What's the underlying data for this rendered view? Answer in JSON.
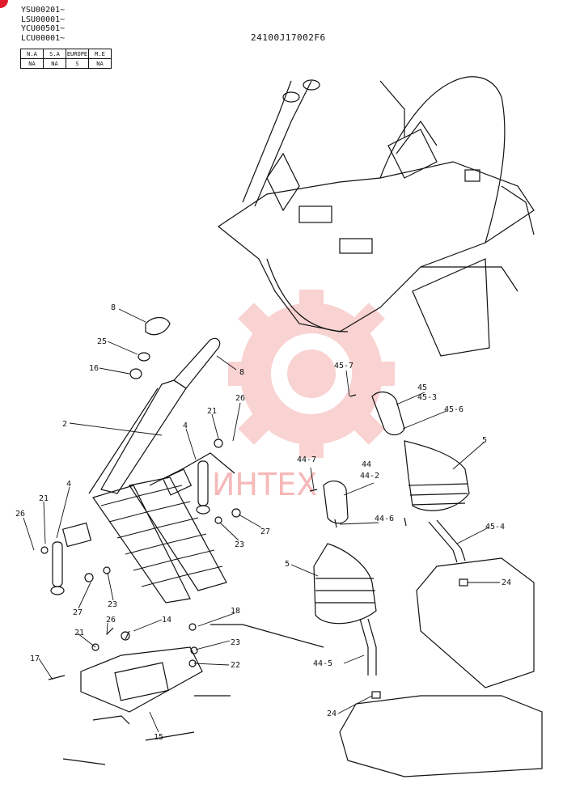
{
  "header": {
    "serials": [
      "YSU00201~",
      "LSU00001~",
      "YCU00501~",
      "LCU00001~"
    ],
    "doc_id": "24100J17002F6"
  },
  "applicability": {
    "columns": [
      "N.A",
      "S.A",
      "EUROPE",
      "M.E"
    ],
    "values": [
      "NA",
      "NA",
      "S",
      "NA"
    ]
  },
  "watermark": {
    "text": "ИНТЕХ",
    "color": "#f08080"
  },
  "callouts": [
    {
      "id": "c8a",
      "text": "8"
    },
    {
      "id": "c25",
      "text": "25"
    },
    {
      "id": "c16",
      "text": "16"
    },
    {
      "id": "c8b",
      "text": "8"
    },
    {
      "id": "c2",
      "text": "2"
    },
    {
      "id": "c4a",
      "text": "4"
    },
    {
      "id": "c21a",
      "text": "21"
    },
    {
      "id": "c26a",
      "text": "26"
    },
    {
      "id": "c21b",
      "text": "21"
    },
    {
      "id": "c4b",
      "text": "4"
    },
    {
      "id": "c26b",
      "text": "26"
    },
    {
      "id": "c27a",
      "text": "27"
    },
    {
      "id": "c23a",
      "text": "23"
    },
    {
      "id": "c27b",
      "text": "27"
    },
    {
      "id": "c23b",
      "text": "23"
    },
    {
      "id": "c18",
      "text": "18"
    },
    {
      "id": "c14",
      "text": "14"
    },
    {
      "id": "c26c",
      "text": "26"
    },
    {
      "id": "c21c",
      "text": "21"
    },
    {
      "id": "c23c",
      "text": "23"
    },
    {
      "id": "c22",
      "text": "22"
    },
    {
      "id": "c17",
      "text": "17"
    },
    {
      "id": "c15",
      "text": "15"
    },
    {
      "id": "c45_7",
      "text": "45-7"
    },
    {
      "id": "c45",
      "text": "45"
    },
    {
      "id": "c45_3",
      "text": "45-3"
    },
    {
      "id": "c45_6",
      "text": "45-6"
    },
    {
      "id": "c5a",
      "text": "5"
    },
    {
      "id": "c44_7",
      "text": "44-7"
    },
    {
      "id": "c44",
      "text": "44"
    },
    {
      "id": "c44_2",
      "text": "44-2"
    },
    {
      "id": "c44_6",
      "text": "44-6"
    },
    {
      "id": "c45_4",
      "text": "45-4"
    },
    {
      "id": "c24a",
      "text": "24"
    },
    {
      "id": "c5b",
      "text": "5"
    },
    {
      "id": "c44_5",
      "text": "44-5"
    },
    {
      "id": "c24b",
      "text": "24"
    }
  ]
}
